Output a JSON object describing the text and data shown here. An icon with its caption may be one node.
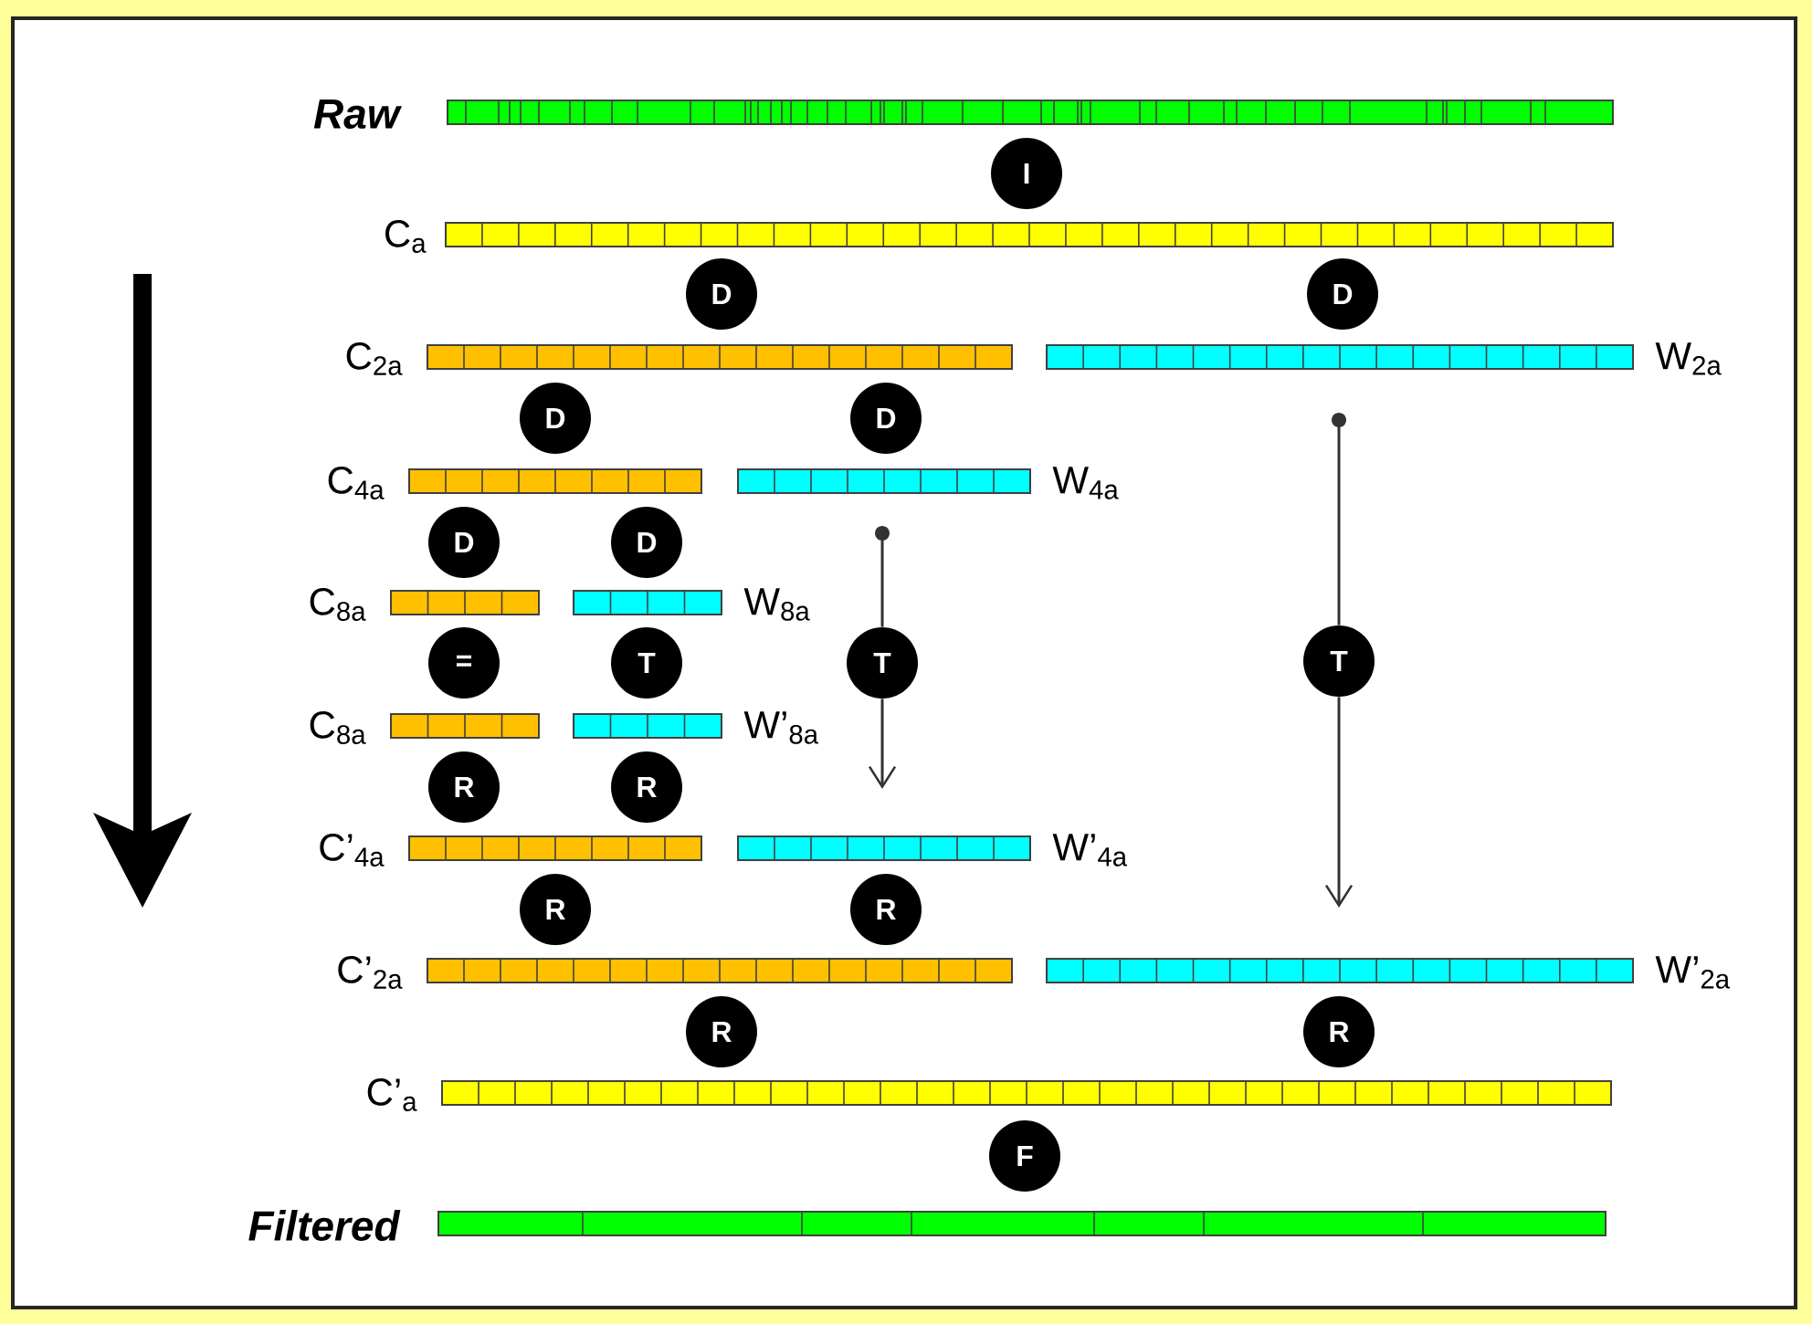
{
  "diagram": {
    "nodes": [
      {
        "text": [],
        "shape": "bar",
        "beside": [
          "Raw"
        ]
      },
      {
        "text": [
          "I"
        ]
      },
      {
        "text": [],
        "shape": "bar",
        "beside": [
          "C$_{a}$"
        ]
      },
      {
        "text": [
          "D"
        ]
      },
      {
        "text": [
          "D"
        ]
      },
      {
        "text": [],
        "shape": "bar",
        "beside": [
          "C$_{2a}$"
        ]
      },
      {
        "text": [],
        "shape": "bar",
        "beside": [
          "W$_{2a}$"
        ]
      },
      {
        "text": [
          "D"
        ]
      },
      {
        "text": [
          "D"
        ]
      },
      {
        "text": [],
        "shape": "bar",
        "beside": [
          "C$_{4a}$"
        ]
      },
      {
        "text": [],
        "shape": "bar",
        "beside": [
          "W$_{4a}$"
        ]
      },
      {
        "text": [
          "D"
        ]
      },
      {
        "text": [
          "D"
        ]
      },
      {
        "text": [],
        "shape": "bar",
        "beside": [
          "C$_{8a}$"
        ]
      },
      {
        "text": [],
        "shape": "bar",
        "beside": [
          "W$_{8a}$"
        ]
      },
      {
        "text": [
          "="
        ]
      },
      {
        "text": [
          "T"
        ]
      },
      {
        "text": [
          "T"
        ]
      },
      {
        "text": [
          "T"
        ]
      },
      {
        "text": [],
        "shape": "bar",
        "beside": [
          "C$_{8a}$"
        ]
      },
      {
        "text": [],
        "shape": "bar",
        "beside": [
          "W’$_{8a}$"
        ]
      },
      {
        "text": [
          "R"
        ]
      },
      {
        "text": [
          "R"
        ]
      },
      {
        "text": [],
        "shape": "bar",
        "beside": [
          "C’$_{4a}$"
        ]
      },
      {
        "text": [],
        "shape": "bar",
        "beside": [
          "W’$_{4a}$"
        ]
      },
      {
        "text": [
          "R"
        ]
      },
      {
        "text": [
          "R"
        ]
      },
      {
        "text": [],
        "shape": "bar",
        "beside": [
          "C’$_{2a}$"
        ]
      },
      {
        "text": [],
        "shape": "bar",
        "beside": [
          "W’$_{2a}$"
        ]
      },
      {
        "text": [
          "R"
        ]
      },
      {
        "text": [
          "R"
        ]
      },
      {
        "text": [],
        "shape": "bar",
        "beside": [
          "C’$_{a}$"
        ]
      },
      {
        "text": [
          "F"
        ]
      },
      {
        "text": [],
        "shape": "bar",
        "beside": [
          "Filtered"
        ]
      }
    ],
    "edges": [
      {
        "from": 10,
        "to": 17,
        "arrow": "other"
      },
      {
        "from": 17,
        "to": 24,
        "arrow": "to"
      },
      {
        "from": 6,
        "to": 18,
        "arrow": "other"
      },
      {
        "from": 18,
        "to": 28,
        "arrow": "to"
      }
    ]
  }
}
